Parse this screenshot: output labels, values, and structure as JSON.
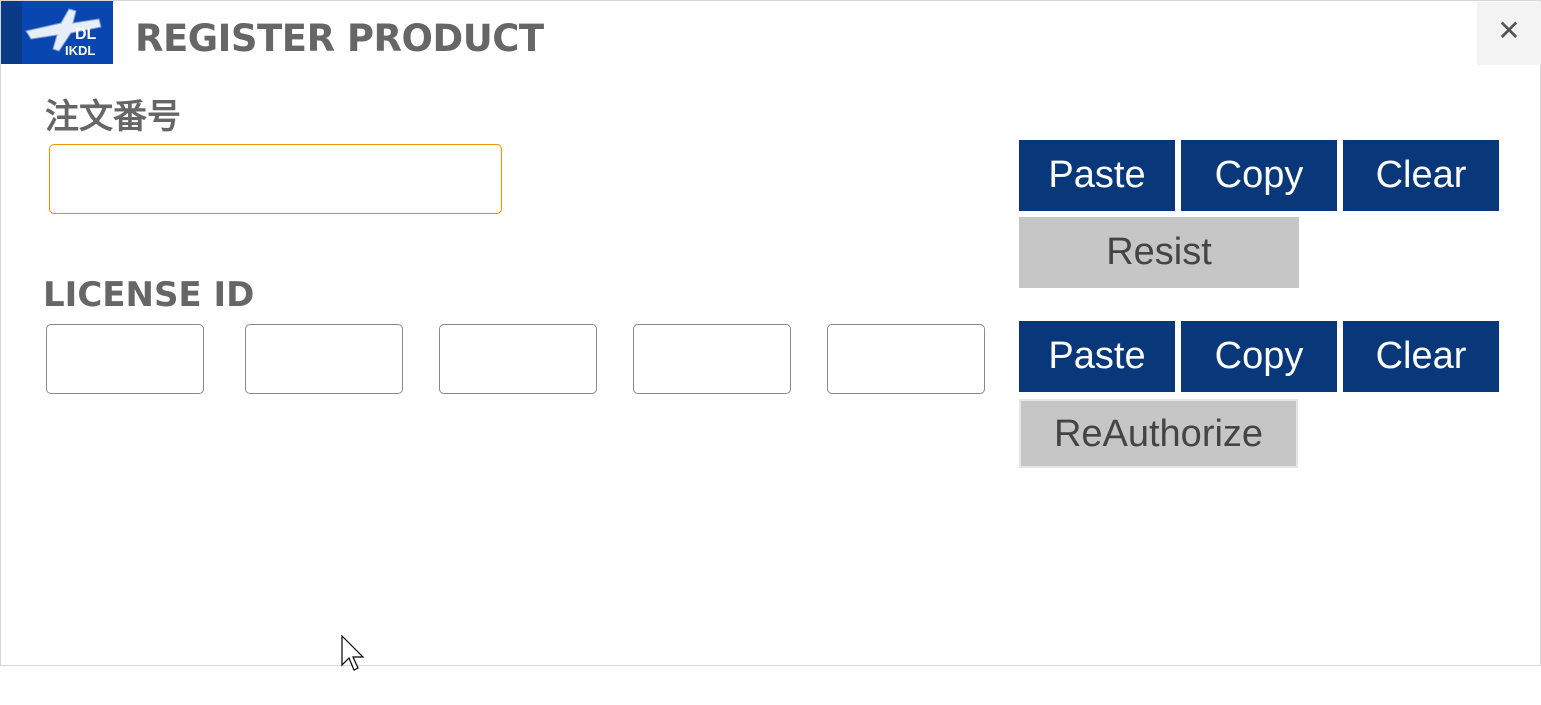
{
  "window": {
    "title": "REGISTER PRODUCT",
    "logo_text": "IKDL",
    "close_icon": "close-icon"
  },
  "order": {
    "label": "注文番号",
    "value": ""
  },
  "license": {
    "label": "LICENSE ID",
    "segments": [
      "",
      "",
      "",
      "",
      ""
    ]
  },
  "buttons": {
    "paste": "Paste",
    "copy": "Copy",
    "clear": "Clear",
    "resist": "Resist",
    "reauthorize": "ReAuthorize"
  },
  "colors": {
    "primary": "#08377a",
    "focus": "#f29100",
    "secondary": "#c6c6c6"
  }
}
